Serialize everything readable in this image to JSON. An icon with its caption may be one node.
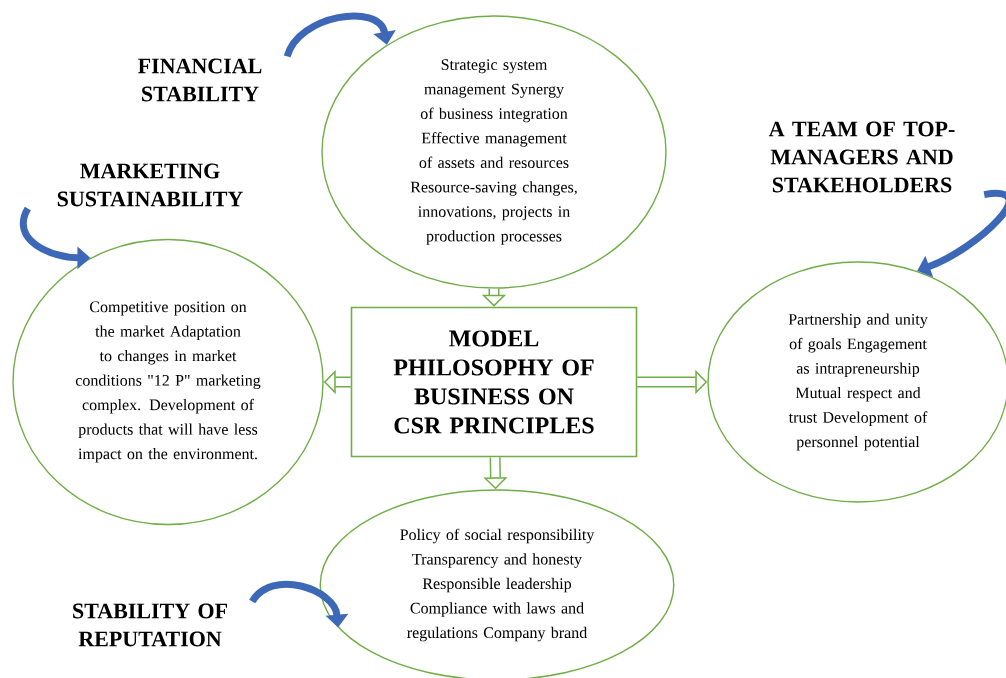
{
  "diagram": {
    "nodes": [
      {
        "text": [
          "FINANCIAL STABILITY"
        ]
      },
      {
        "text": [
          "Strategic system management Synergy of business integration Effective management of assets and resources Resource-saving changes, innovations, projects in production processes"
        ]
      },
      {
        "text": [
          "A TEAM OF TOP-MANAGERS AND STAKEHOLDERS"
        ]
      },
      {
        "text": [
          "MARKETING SUSTAINABILITY"
        ]
      },
      {
        "text": [
          "Competitive position on the market Adaptation to changes in market conditions \"12 P\" marketing complex. Development of products that will have less impact on the environment."
        ]
      },
      {
        "text": [
          "MODEL PHILOSOPHY OF BUSINESS ON CSR PRINCIPLES"
        ]
      },
      {
        "text": [
          "Partnership and unity of goals Engagement as intrapreneurship Mutual respect and trust Development of personnel potential"
        ]
      },
      {
        "text": [
          "Policy of social responsibility Transparency and honesty Responsible leadership Compliance with laws and regulations Company brand"
        ]
      },
      {
        "text": [
          "STABILITY OF REPUTATION"
        ]
      }
    ],
    "edges": [
      {
        "from": 0,
        "to": 1,
        "arrow": "to",
        "color": "#3d68b8"
      },
      {
        "from": 2,
        "to": 6,
        "arrow": "to",
        "color": "#3d68b8"
      },
      {
        "from": 3,
        "to": 4,
        "arrow": "to",
        "color": "#3d68b8"
      },
      {
        "from": 8,
        "to": 7,
        "arrow": "to",
        "color": "#3d68b8"
      },
      {
        "from": 1,
        "to": 5,
        "arrow": "to",
        "color": "#70ad47"
      },
      {
        "from": 5,
        "to": 4,
        "arrow": "to",
        "color": "#70ad47"
      },
      {
        "from": 5,
        "to": 6,
        "arrow": "to",
        "color": "#70ad47"
      },
      {
        "from": 5,
        "to": 7,
        "arrow": "to",
        "color": "#70ad47"
      }
    ]
  }
}
